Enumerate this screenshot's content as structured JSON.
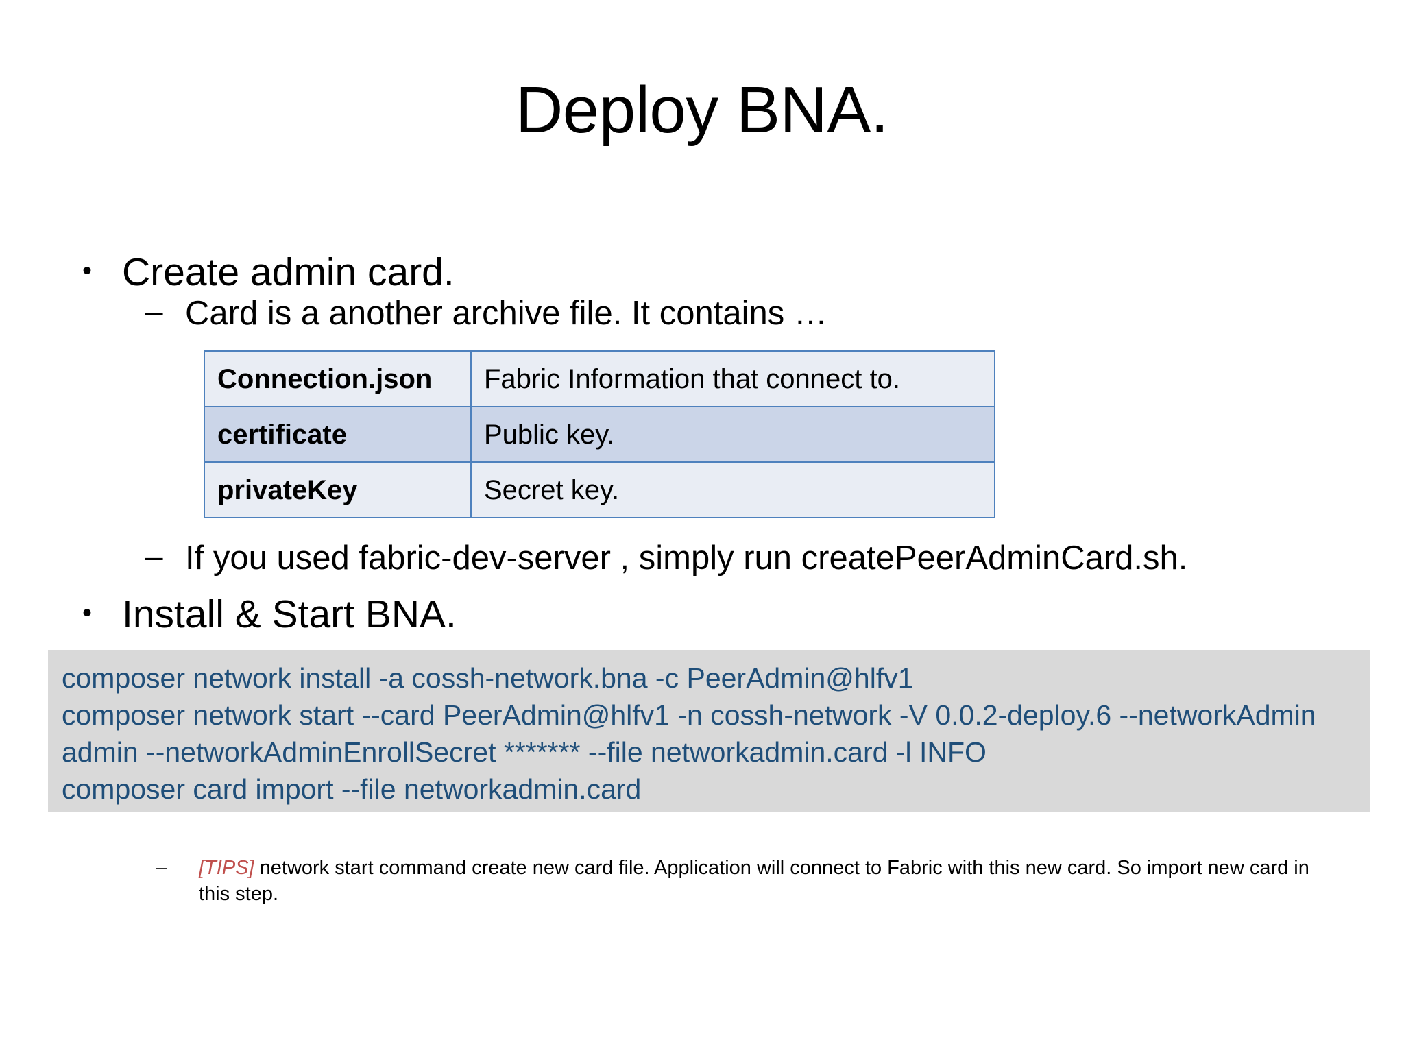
{
  "slide": {
    "title": "Deploy BNA."
  },
  "outline": {
    "bullet_glyph": "•",
    "dash_glyph": "–",
    "items": [
      {
        "level": 1,
        "text": "Create admin card."
      },
      {
        "level": 2,
        "text": "Card is a another archive file. It contains …"
      },
      {
        "level": 2,
        "text": "If you used fabric-dev-server , simply run createPeerAdminCard.sh."
      },
      {
        "level": 1,
        "text": "Install & Start BNA."
      }
    ]
  },
  "card_table": {
    "rows": [
      {
        "key": "Connection.json",
        "value": "Fabric Information that connect to."
      },
      {
        "key": "certificate",
        "value": "Public key."
      },
      {
        "key": "privateKey",
        "value": "Secret key."
      }
    ]
  },
  "code_block": {
    "lines": [
      "composer network install -a cossh-network.bna -c PeerAdmin@hlfv1",
      "composer network start --card PeerAdmin@hlfv1 -n cossh-network -V 0.0.2-deploy.6 --networkAdmin",
      "admin --networkAdminEnrollSecret ******* --file networkadmin.card -l INFO",
      "composer card import --file networkadmin.card"
    ],
    "background_color": "#D9D9D9",
    "text_color": "#1F4E79"
  },
  "tips_note": {
    "tag": "[TIPS]",
    "tag_color": "#C0504D",
    "text": " network start command create new card file. Application will connect to Fabric with this new card. So import new card in this step."
  }
}
